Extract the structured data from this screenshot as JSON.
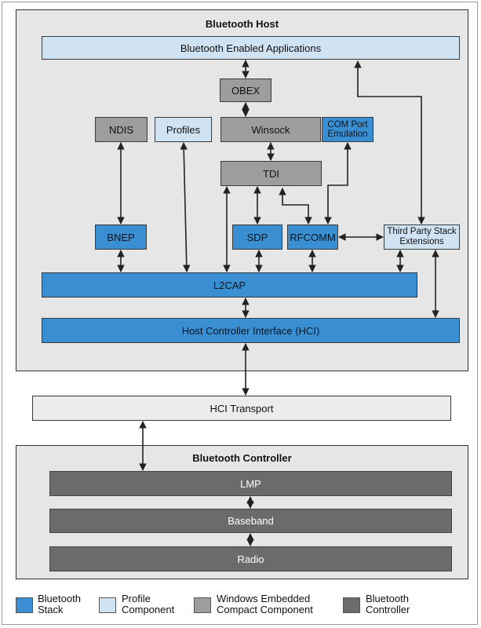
{
  "host": {
    "title": "Bluetooth Host",
    "apps": "Bluetooth Enabled Applications",
    "obex": "OBEX",
    "ndis": "NDIS",
    "profiles": "Profiles",
    "winsock": "Winsock",
    "com_port": "COM Port\nEmulation",
    "tdi": "TDI",
    "bnep": "BNEP",
    "sdp": "SDP",
    "rfcomm": "RFCOMM",
    "third_party": "Third Party Stack\nExtensions",
    "l2cap": "L2CAP",
    "hci": "Host Controller Interface (HCI)"
  },
  "transport": {
    "label": "HCI Transport"
  },
  "controller": {
    "title": "Bluetooth Controller",
    "lmp": "LMP",
    "baseband": "Baseband",
    "radio": "Radio"
  },
  "legend": [
    {
      "label": "Bluetooth\nStack",
      "color": "#3a8fd3"
    },
    {
      "label": "Profile\nComponent",
      "color": "#cfe3f3"
    },
    {
      "label": "Windows Embedded\nCompact Component",
      "color": "#9d9d9d"
    },
    {
      "label": "Bluetooth\nController",
      "color": "#6b6b6b"
    }
  ]
}
